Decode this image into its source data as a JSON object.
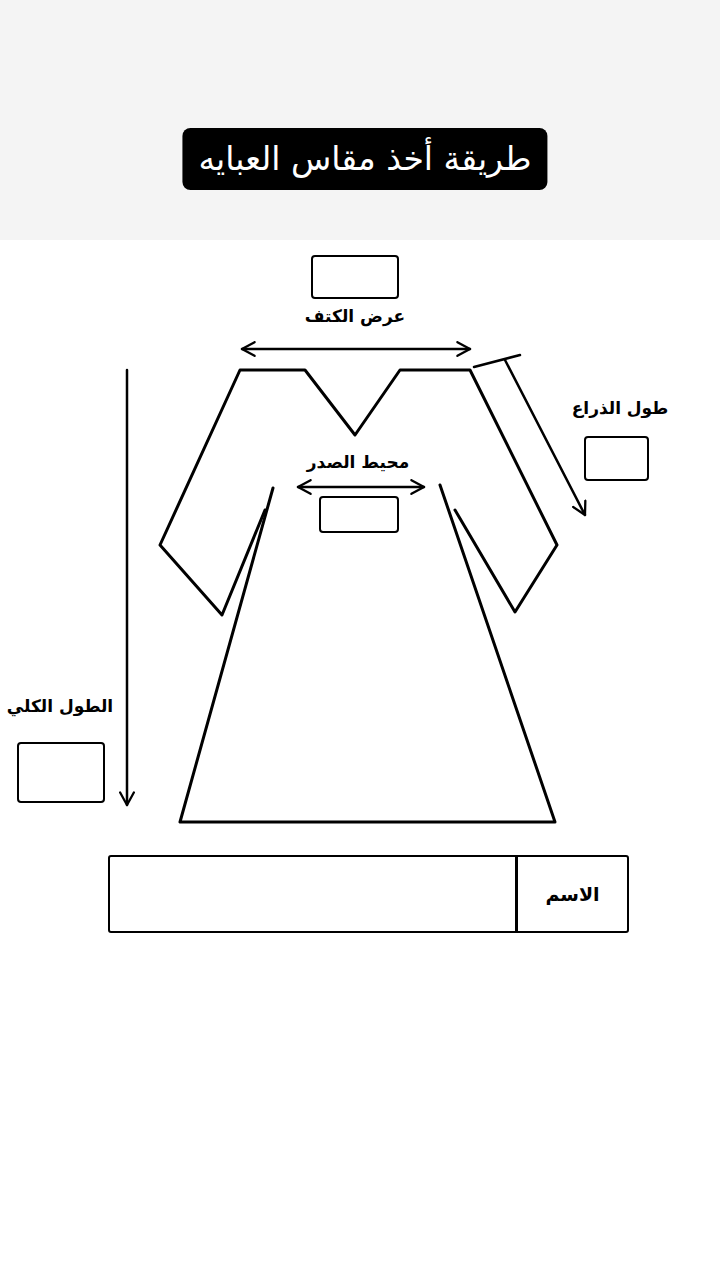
{
  "diagram": {
    "title": "طريقة أخذ مقاس العبايه",
    "nodes": [
      {
        "text": [
          "الاسم"
        ]
      }
    ],
    "labels": [
      "عرض الكتف",
      "طول الذراع",
      "محيط الصدر",
      "الطول الكلي"
    ]
  }
}
